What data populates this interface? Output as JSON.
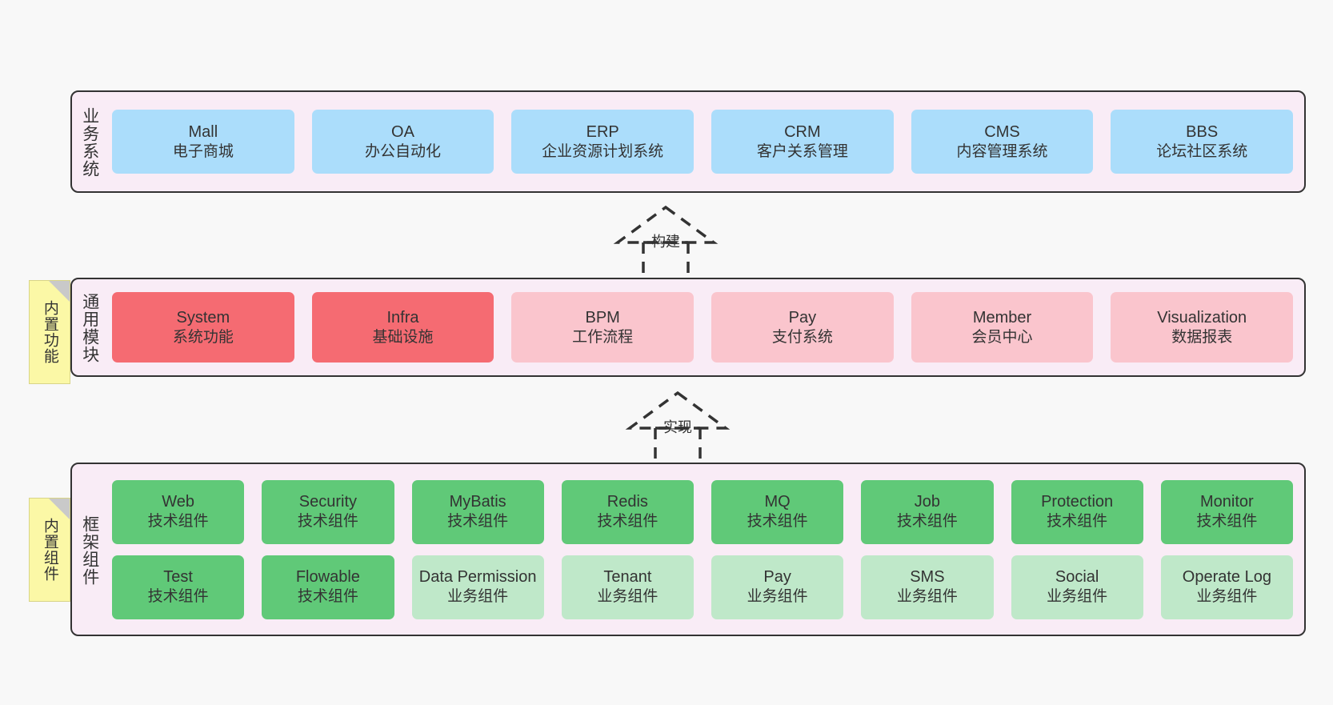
{
  "diagram": {
    "background_color": "#f8f8f8",
    "layer_fill": "#f9ecf6",
    "layer_border": "#333333"
  },
  "layers": [
    {
      "id": "business-systems",
      "title": "业务系统",
      "rows": [
        {
          "cards": [
            {
              "name": "Mall",
              "subtitle": "电子商城",
              "color": "#abddfb",
              "style": "blue"
            },
            {
              "name": "OA",
              "subtitle": "办公自动化",
              "color": "#abddfb",
              "style": "blue"
            },
            {
              "name": "ERP",
              "subtitle": "企业资源计划系统",
              "color": "#abddfb",
              "style": "blue"
            },
            {
              "name": "CRM",
              "subtitle": "客户关系管理",
              "color": "#abddfb",
              "style": "blue"
            },
            {
              "name": "CMS",
              "subtitle": "内容管理系统",
              "color": "#abddfb",
              "style": "blue"
            },
            {
              "name": "BBS",
              "subtitle": "论坛社区系统",
              "color": "#abddfb",
              "style": "blue"
            }
          ]
        }
      ]
    },
    {
      "id": "common-modules",
      "title": "通用模块",
      "note": "内置功能",
      "rows": [
        {
          "cards": [
            {
              "name": "System",
              "subtitle": "系统功能",
              "color": "#f56b72",
              "style": "red"
            },
            {
              "name": "Infra",
              "subtitle": "基础设施",
              "color": "#f56b72",
              "style": "red"
            },
            {
              "name": "BPM",
              "subtitle": "工作流程",
              "color": "#fac5cd",
              "style": "pink"
            },
            {
              "name": "Pay",
              "subtitle": "支付系统",
              "color": "#fac5cd",
              "style": "pink"
            },
            {
              "name": "Member",
              "subtitle": "会员中心",
              "color": "#fac5cd",
              "style": "pink"
            },
            {
              "name": "Visualization",
              "subtitle": "数据报表",
              "color": "#fac5cd",
              "style": "pink"
            }
          ]
        }
      ]
    },
    {
      "id": "framework-components",
      "title": "框架组件",
      "note": "内置组件",
      "rows": [
        {
          "cards": [
            {
              "name": "Web",
              "subtitle": "技术组件",
              "color": "#60c978",
              "style": "green"
            },
            {
              "name": "Security",
              "subtitle": "技术组件",
              "color": "#60c978",
              "style": "green"
            },
            {
              "name": "MyBatis",
              "subtitle": "技术组件",
              "color": "#60c978",
              "style": "green"
            },
            {
              "name": "Redis",
              "subtitle": "技术组件",
              "color": "#60c978",
              "style": "green"
            },
            {
              "name": "MQ",
              "subtitle": "技术组件",
              "color": "#60c978",
              "style": "green"
            },
            {
              "name": "Job",
              "subtitle": "技术组件",
              "color": "#60c978",
              "style": "green"
            },
            {
              "name": "Protection",
              "subtitle": "技术组件",
              "color": "#60c978",
              "style": "green"
            },
            {
              "name": "Monitor",
              "subtitle": "技术组件",
              "color": "#60c978",
              "style": "green"
            }
          ]
        },
        {
          "cards": [
            {
              "name": "Test",
              "subtitle": "技术组件",
              "color": "#60c978",
              "style": "green"
            },
            {
              "name": "Flowable",
              "subtitle": "技术组件",
              "color": "#60c978",
              "style": "green"
            },
            {
              "name": "Data Permission",
              "subtitle": "业务组件",
              "color": "#bfe8c9",
              "style": "mint"
            },
            {
              "name": "Tenant",
              "subtitle": "业务组件",
              "color": "#bfe8c9",
              "style": "mint"
            },
            {
              "name": "Pay",
              "subtitle": "业务组件",
              "color": "#bfe8c9",
              "style": "mint"
            },
            {
              "name": "SMS",
              "subtitle": "业务组件",
              "color": "#bfe8c9",
              "style": "mint"
            },
            {
              "name": "Social",
              "subtitle": "业务组件",
              "color": "#bfe8c9",
              "style": "mint"
            },
            {
              "name": "Operate Log",
              "subtitle": "业务组件",
              "color": "#bfe8c9",
              "style": "mint"
            }
          ]
        }
      ]
    }
  ],
  "connectors": [
    {
      "id": "build",
      "label": "构建",
      "from": "common-modules",
      "to": "business-systems"
    },
    {
      "id": "implement",
      "label": "实现",
      "from": "framework-components",
      "to": "common-modules"
    }
  ]
}
